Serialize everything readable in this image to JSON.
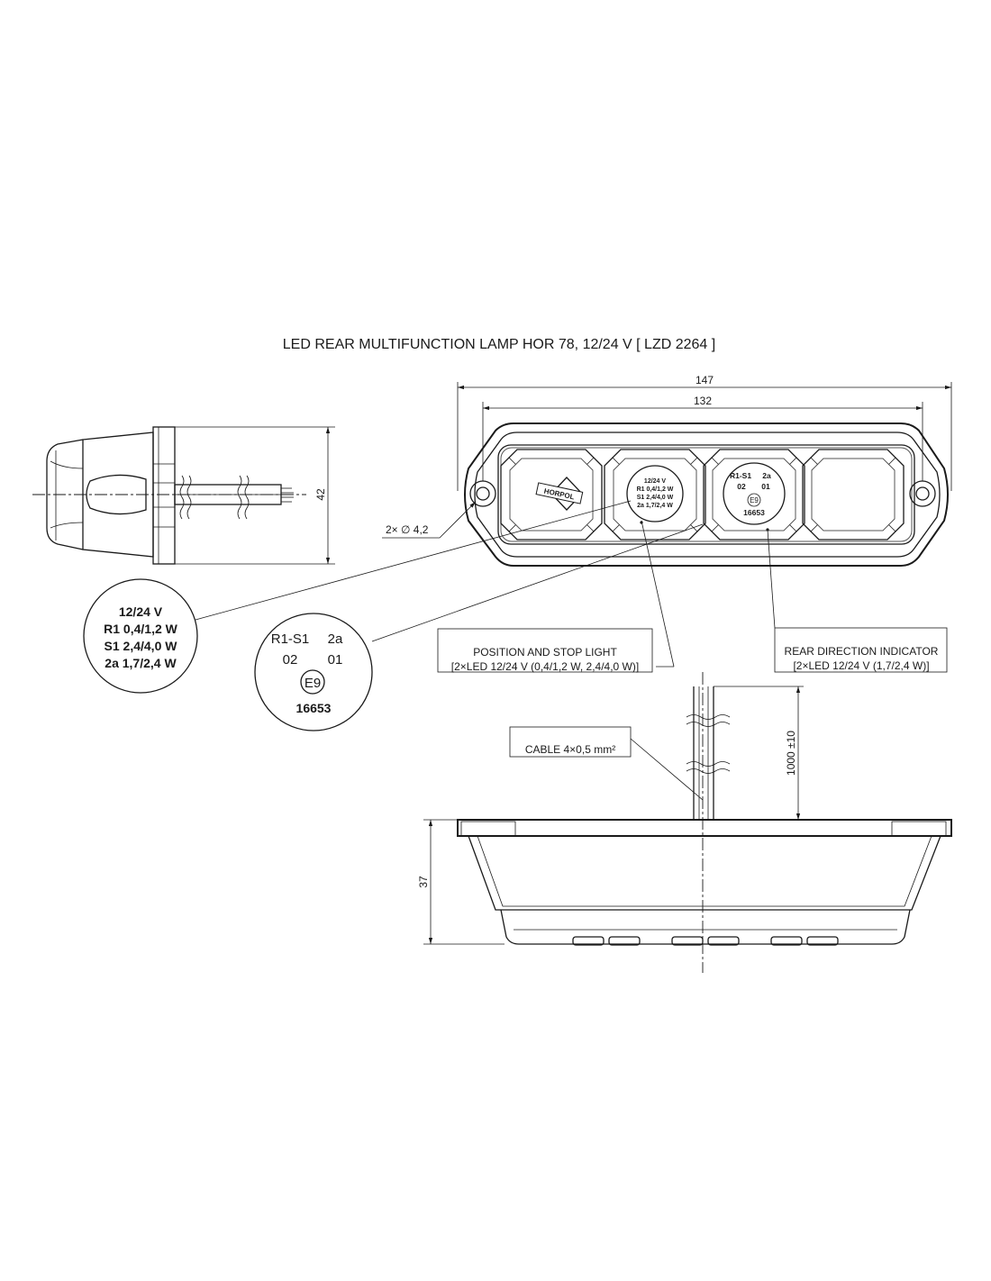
{
  "title": "LED REAR MULTIFUNCTION LAMP HOR 78, 12/24 V [ LZD 2264 ]",
  "dimensions": {
    "total_width": "147",
    "mount_spacing": "132",
    "side_height": "42",
    "hole": "2× ∅ 4,2",
    "cable_length": "1000 ±10",
    "depth": "37"
  },
  "brand": "HORPOL",
  "label_left": {
    "line1": "12/24 V",
    "line2": "R1 0,4/1,2 W",
    "line3": "S1 2,4/4,0 W",
    "line4": "2a 1,7/2,4 W"
  },
  "label_right": {
    "row1_a": "R1-S1",
    "row1_b": "2a",
    "row2_a": "02",
    "row2_b": "01",
    "mark": "E9",
    "number": "16653"
  },
  "callouts": {
    "position_stop_title": "POSITION AND STOP LIGHT",
    "position_stop_spec": "[2×LED 12/24 V (0,4/1,2 W, 2,4/4,0 W)]",
    "direction_title": "REAR DIRECTION INDICATOR",
    "direction_spec": "[2×LED 12/24 V (1,7/2,4 W)]",
    "cable": "CABLE 4×0,5 mm²"
  }
}
